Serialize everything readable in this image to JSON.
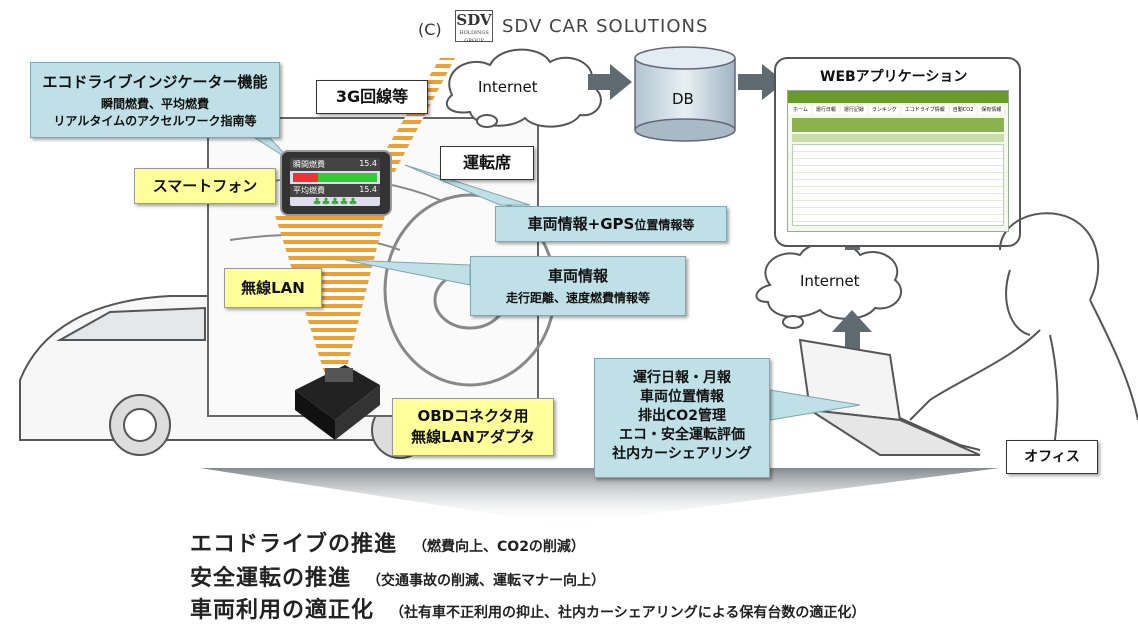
{
  "header": {
    "copyright_mark": "(C)",
    "company": "SDV CAR SOLUTIONS",
    "logo_text": "SDV",
    "logo_sub": "HOLDINGS GROUP"
  },
  "callouts": {
    "ecodrive": {
      "title": "エコドライブインジケーター機能",
      "line1": "瞬間燃費、平均燃費",
      "line2": "リアルタイムのアクセルワーク指南等"
    },
    "network_3g": "3G回線等",
    "internet_top": "Internet",
    "db": "DB",
    "driver_seat": "運転席",
    "smartphone": "スマートフォン",
    "vehicle_gps": {
      "main": "車両情報+GPS",
      "small": "位置情報等"
    },
    "vehicle_info": {
      "title": "車両情報",
      "line1": "走行距離、速度燃費情報等"
    },
    "wireless_lan": "無線LAN",
    "obd": {
      "line1": "OBDコネクタ用",
      "line2": "無線LANアダプタ"
    },
    "web_app": "WEBアプリケーション",
    "internet_right": "Internet",
    "office_features": [
      "運行日報・月報",
      "車両位置情報",
      "排出CO2管理",
      "エコ・安全運転評価",
      "社内カーシェアリング"
    ],
    "office": "オフィス"
  },
  "phone_screen": {
    "row1_label": "瞬間燃費",
    "row1_value": "15.4",
    "row2_label": "平均燃費",
    "row2_value": "15.4"
  },
  "web_screen": {
    "tabs": [
      "ホーム",
      "運行日報",
      "運行記録",
      "ランキング",
      "エコドライブ情報",
      "自動CO2",
      "保有情報"
    ]
  },
  "summary": [
    {
      "big": "エコドライブの推進",
      "small": "（燃費向上、CO2の削減）"
    },
    {
      "big": "安全運転の推進",
      "small": "（交通事故の削減、運転マナー向上）"
    },
    {
      "big": "車両利用の適正化",
      "small": "（社有車不正利用の抑止、社内カーシェアリングによる保有台数の適正化）"
    }
  ],
  "colors": {
    "callout_fill": "#bfe0e6",
    "highlight_yellow": "#ffff99",
    "signal_orange": "#f0a030",
    "arrow_gray": "#5f6b70"
  }
}
